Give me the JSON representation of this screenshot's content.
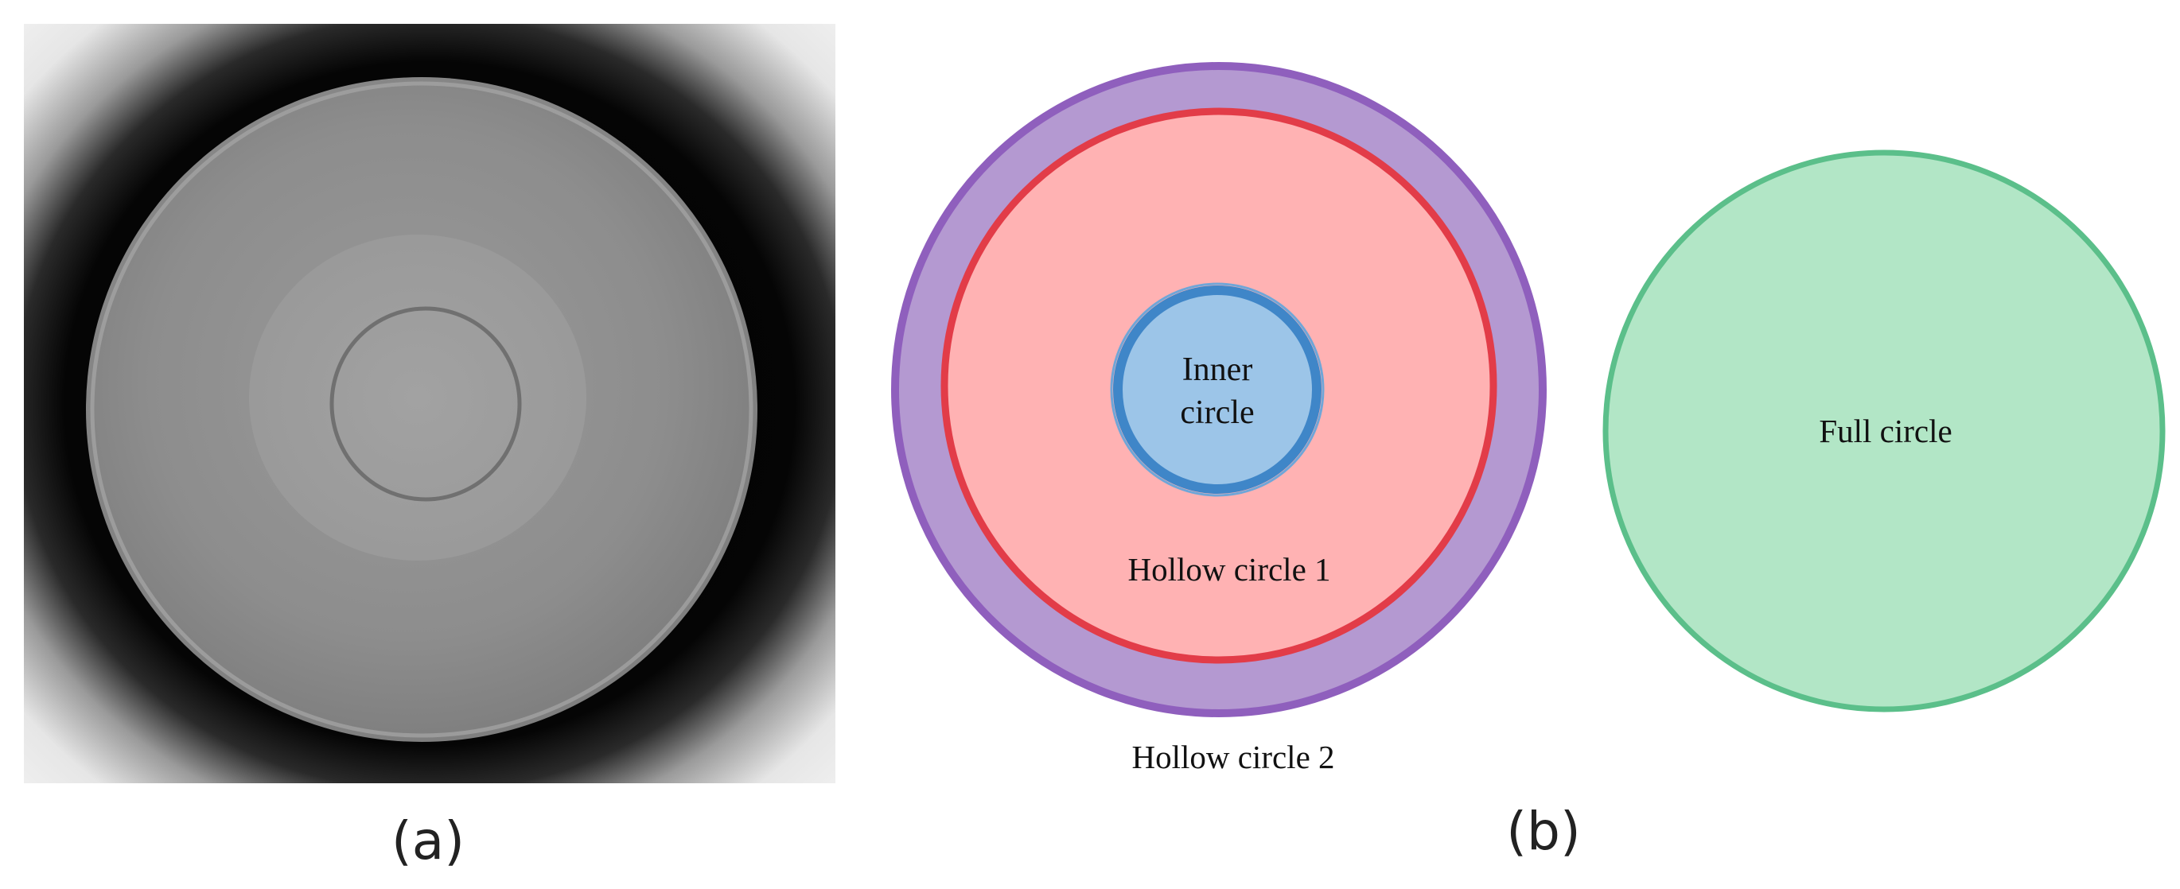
{
  "panels": {
    "a": {
      "label": "(a)"
    },
    "b": {
      "label": "(b)",
      "inner_circle": {
        "line1": "Inner",
        "line2": "circle"
      },
      "hollow_circle_1": "Hollow circle 1",
      "hollow_circle_2": "Hollow circle 2",
      "full_circle": "Full circle"
    }
  },
  "colors": {
    "background": "#ffffff",
    "photo_dark": "#050505",
    "photo_gray": "#8f8f8f",
    "photo_light_center": "#9d9d9d",
    "outer_ring_fill": "#b499d1",
    "outer_ring_stroke": "#8f5fbd",
    "hollow1_fill": "#ffb2b3",
    "hollow1_stroke": "#e23c48",
    "inner_fill": "#9cc5e8",
    "inner_stroke": "#3f86c8",
    "full_fill": "#b2e6c6",
    "full_stroke": "#5bbf8a"
  }
}
